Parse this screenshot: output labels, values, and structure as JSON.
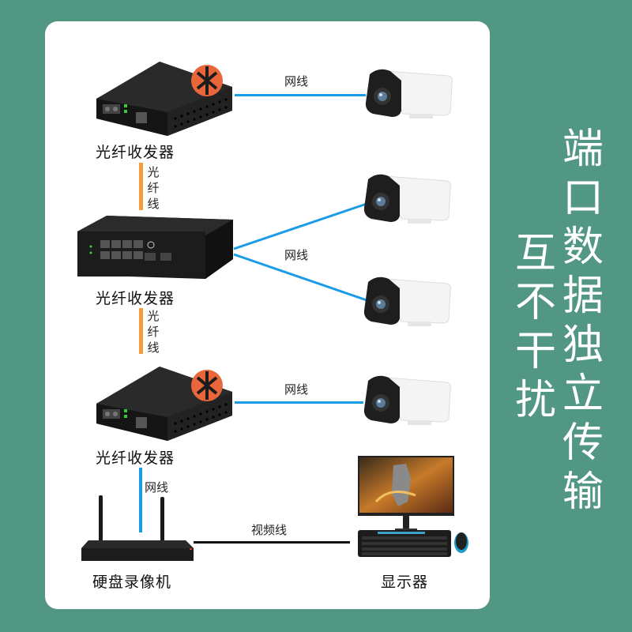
{
  "colors": {
    "background": "#529684",
    "card": "#ffffff",
    "ethernet_line": "#1a9be8",
    "fiber_line": "#f59a3e",
    "video_line": "#111111",
    "brand_accent": "#e8663a"
  },
  "headline": {
    "column1": "端口数据独立传输",
    "column2": "互不干扰"
  },
  "devices": {
    "converter_top": {
      "label": "光纤收发器",
      "icon": "fiber-media-converter-icon"
    },
    "switch_middle": {
      "label": "光纤收发器",
      "icon": "poe-switch-icon"
    },
    "converter_bottom": {
      "label": "光纤收发器",
      "icon": "fiber-media-converter-icon"
    },
    "nvr": {
      "label": "硬盘录像机",
      "icon": "nvr-router-icon"
    },
    "monitor": {
      "label": "显示器",
      "icon": "monitor-keyboard-mouse-icon"
    },
    "cameras": [
      {
        "icon": "bullet-camera-icon"
      },
      {
        "icon": "bullet-camera-icon"
      },
      {
        "icon": "bullet-camera-icon"
      },
      {
        "icon": "bullet-camera-icon"
      }
    ]
  },
  "connections": {
    "ethernet_top": "网线",
    "ethernet_split": "网线",
    "ethernet_bottom": "网线",
    "ethernet_nvr": "网线",
    "fiber_1": [
      "光",
      "纤",
      "线"
    ],
    "fiber_2": [
      "光",
      "纤",
      "线"
    ],
    "video": "视频线"
  }
}
